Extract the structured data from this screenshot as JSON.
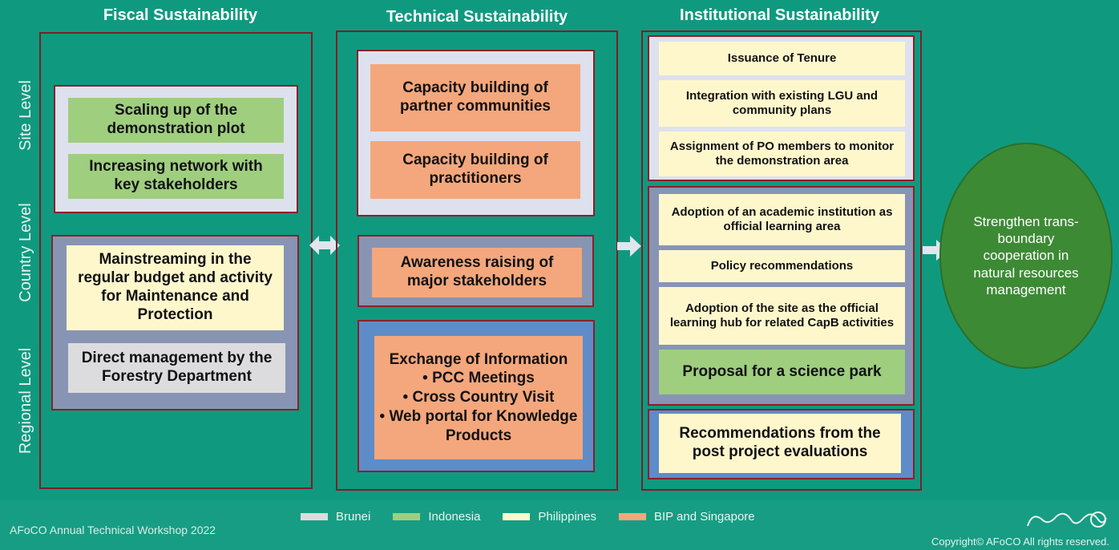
{
  "columns": {
    "fiscal": "Fiscal Sustainability",
    "technical": "Technical Sustainability",
    "institutional": "Institutional  Sustainability"
  },
  "levels": {
    "site": "Site Level",
    "country": "Country  Level",
    "regional": "Regional Level"
  },
  "fiscal": {
    "scaling": "Scaling up of the demonstration plot",
    "network": "Increasing network with key stakeholders",
    "mainstreaming": "Mainstreaming in the regular budget and activity for Maintenance and Protection",
    "direct": "Direct management by the Forestry Department"
  },
  "technical": {
    "cb_communities": "Capacity building of partner communities",
    "cb_practitioners": "Capacity building of practitioners",
    "awareness": "Awareness raising of major stakeholders",
    "exchange_title": "Exchange of Information",
    "exchange_items": [
      "PCC Meetings",
      "Cross Country Visit",
      "Web portal for Knowledge Products"
    ]
  },
  "institutional": {
    "tenure": "Issuance of Tenure",
    "integration": "Integration with existing LGU and community plans",
    "assignment": "Assignment of PO members to monitor the demonstration area",
    "adoption_academic": "Adoption of an academic institution as official learning area",
    "policy": "Policy recommendations",
    "adoption_site": "Adoption of the site as the official learning hub for related CapB activities",
    "science_park": "Proposal for a science park",
    "recommendations": "Recommendations from the post project evaluations"
  },
  "outcome": "Strengthen trans-boundary cooperation in natural resources management",
  "legend": [
    {
      "label": "Brunei",
      "color": "#dcdcde"
    },
    {
      "label": "Indonesia",
      "color": "#9fce7f"
    },
    {
      "label": "Philippines",
      "color": "#fff7cc"
    },
    {
      "label": "BIP and Singapore",
      "color": "#f4a77c"
    }
  ],
  "footer": {
    "workshop": "AFoCO Annual Technical Workshop 2022",
    "copyright": "Copyright© AFoCO All rights reserved."
  }
}
